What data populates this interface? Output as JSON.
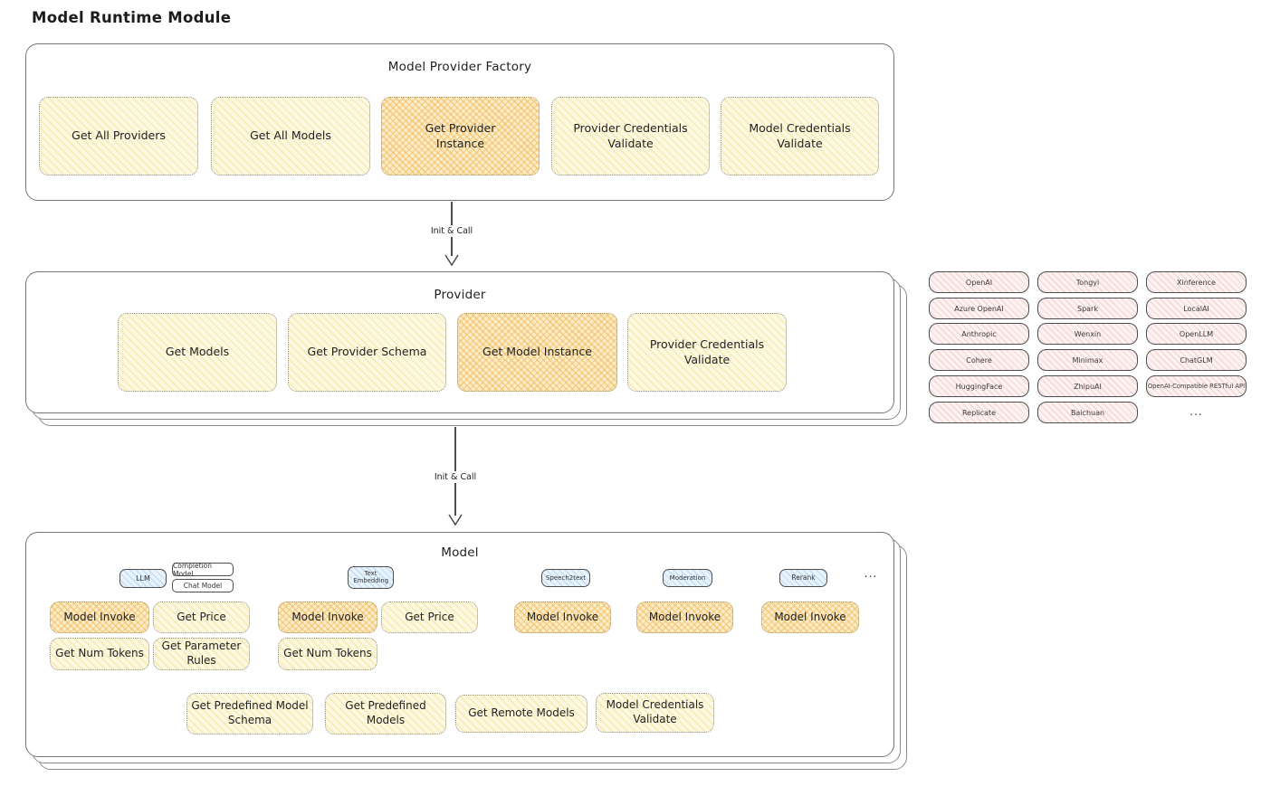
{
  "page_title": "Model Runtime Module",
  "arrow_labels": {
    "factory_to_provider": "Init & Call",
    "provider_to_model": "Init & Call"
  },
  "factory": {
    "title": "Model Provider Factory",
    "functions": [
      {
        "label": "Get All Providers",
        "highlighted": false
      },
      {
        "label": "Get All Models",
        "highlighted": false
      },
      {
        "label": "Get Provider Instance",
        "highlighted": true
      },
      {
        "label": "Provider Credentials Validate",
        "highlighted": false
      },
      {
        "label": "Model Credentials Validate",
        "highlighted": false
      }
    ]
  },
  "provider": {
    "title": "Provider",
    "functions": [
      {
        "label": "Get Models",
        "highlighted": false
      },
      {
        "label": "Get Provider Schema",
        "highlighted": false
      },
      {
        "label": "Get Model Instance",
        "highlighted": true
      },
      {
        "label": "Provider Credentials Validate",
        "highlighted": false
      }
    ]
  },
  "providers_list": {
    "column_1": [
      "OpenAI",
      "Azure OpenAI",
      "Anthropic",
      "Cohere",
      "HuggingFace",
      "Replicate"
    ],
    "column_2": [
      "Tongyi",
      "Spark",
      "Wenxin",
      "Minimax",
      "ZhipuAI",
      "Baichuan"
    ],
    "column_3": [
      "Xinference",
      "LocalAI",
      "OpenLLM",
      "ChatGLM",
      "OpenAI-Compatible RESTful API"
    ],
    "ellipsis": "..."
  },
  "model": {
    "title": "Model",
    "model_types": {
      "llm": "LLM",
      "completion_model": "Completion Model",
      "chat_model": "Chat Model",
      "text_embedding": "Text Embedding",
      "speech2text": "Speech2text",
      "moderation": "Moderation",
      "rerank": "Rerank",
      "ellipsis": "..."
    },
    "llm_functions": [
      {
        "label": "Model Invoke",
        "highlighted": true
      },
      {
        "label": "Get Price",
        "highlighted": false
      },
      {
        "label": "Get Num Tokens",
        "highlighted": false
      },
      {
        "label": "Get Parameter Rules",
        "highlighted": false
      }
    ],
    "text_embedding_functions": [
      {
        "label": "Model Invoke",
        "highlighted": true
      },
      {
        "label": "Get Price",
        "highlighted": false
      },
      {
        "label": "Get Num Tokens",
        "highlighted": false
      }
    ],
    "speech2text_functions": [
      {
        "label": "Model Invoke",
        "highlighted": true
      }
    ],
    "moderation_functions": [
      {
        "label": "Model Invoke",
        "highlighted": true
      }
    ],
    "rerank_functions": [
      {
        "label": "Model Invoke",
        "highlighted": true
      }
    ],
    "shared_functions": [
      {
        "label": "Get Predefined Model Schema"
      },
      {
        "label": "Get Predefined Models"
      },
      {
        "label": "Get Remote Models"
      },
      {
        "label": "Model Credentials Validate"
      }
    ]
  },
  "colors": {
    "function_default_bg": "#fdf8e2",
    "function_highlight_bg": "#fbedc9",
    "provider_pill_bg": "#fdf2f2",
    "model_type_tab_bg": "#eaf3fb",
    "stroke": "#4c4c4c"
  }
}
